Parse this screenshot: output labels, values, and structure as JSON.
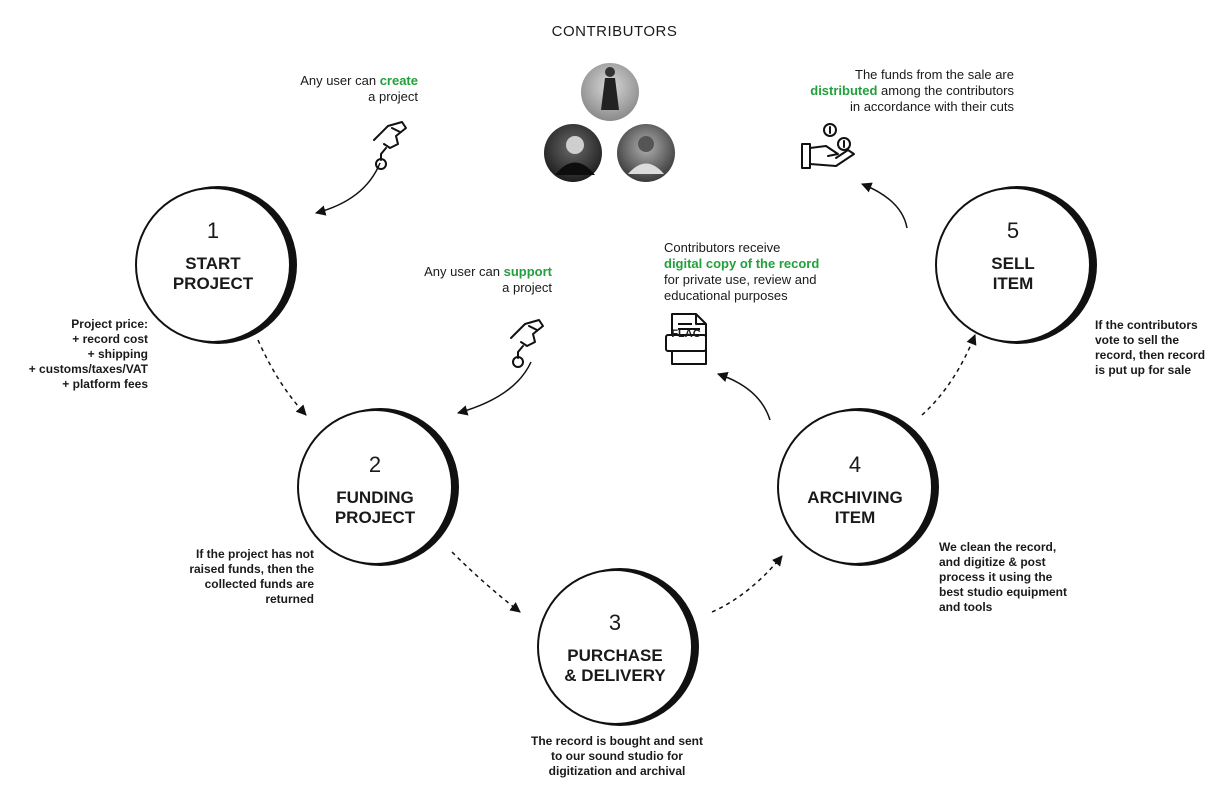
{
  "title": "CONTRIBUTORS",
  "steps": [
    {
      "num": "1",
      "label": "START\nPROJECT"
    },
    {
      "num": "2",
      "label": "FUNDING\nPROJECT"
    },
    {
      "num": "3",
      "label": "PURCHASE\n& DELIVERY"
    },
    {
      "num": "4",
      "label": "ARCHIVING\nITEM"
    },
    {
      "num": "5",
      "label": "SELL\nITEM"
    }
  ],
  "notes": {
    "create_pre": "Any user can ",
    "create_hl": "create",
    "create_post": "a project",
    "support_pre": "Any user can ",
    "support_hl": "support",
    "support_post": "a project",
    "price_lines": [
      "Project price:",
      "+ record cost",
      "+ shipping",
      "+ customs/taxes/VAT",
      "+ platform fees"
    ],
    "refund": "If the project has not raised funds, then the collected funds are returned",
    "purchase": "The record is bought and sent to our sound studio for digitization and archival",
    "archive": "We clean the record, and digitize & post process it using the best studio equipment and tools",
    "receive_pre": "Contributors receive",
    "receive_hl": "digital copy of the record",
    "receive_post": "for private use, review and educational purposes",
    "sell": "If the contributors vote to sell the record, then record is put up for sale",
    "funds_pre": "The funds from the sale are",
    "funds_hl": "distributed",
    "funds_post": " among the contributors in accordance with their cuts",
    "flac": "FLAC"
  },
  "colors": {
    "accent": "#22a03c",
    "ink": "#111111"
  },
  "icons": [
    "hand-coin-icon",
    "hand-coin-icon",
    "flac-file-icon",
    "hand-money-icon",
    "contributor-avatar"
  ]
}
